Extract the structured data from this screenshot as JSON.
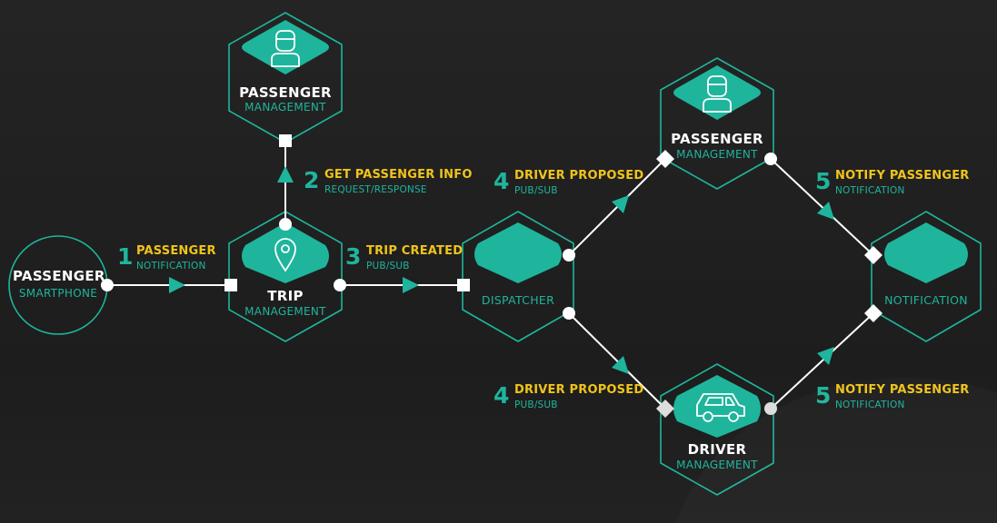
{
  "nodes": {
    "smartphone": {
      "title": "PASSENGER",
      "subtitle": "SMARTPHONE"
    },
    "passenger_mgmt_top": {
      "title": "PASSENGER",
      "subtitle": "MANAGEMENT"
    },
    "trip_mgmt": {
      "title": "TRIP",
      "subtitle": "MANAGEMENT"
    },
    "dispatcher": {
      "title": "DISPATCHER"
    },
    "passenger_mgmt_right": {
      "title": "PASSENGER",
      "subtitle": "MANAGEMENT"
    },
    "driver_mgmt": {
      "title": "DRIVER",
      "subtitle": "MANAGEMENT"
    },
    "notification": {
      "title": "NOTIFICATION"
    }
  },
  "steps": {
    "s1": {
      "number": "1",
      "title": "PASSENGER",
      "subtitle": "NOTIFICATION"
    },
    "s2": {
      "number": "2",
      "title": "GET PASSENGER INFO",
      "subtitle": "REQUEST/RESPONSE"
    },
    "s3": {
      "number": "3",
      "title": "TRIP CREATED",
      "subtitle": "PUB/SUB"
    },
    "s4a": {
      "number": "4",
      "title": "DRIVER PROPOSED",
      "subtitle": "PUB/SUB"
    },
    "s4b": {
      "number": "4",
      "title": "DRIVER PROPOSED",
      "subtitle": "PUB/SUB"
    },
    "s5a": {
      "number": "5",
      "title": "NOTIFY PASSENGER",
      "subtitle": "NOTIFICATION"
    },
    "s5b": {
      "number": "5",
      "title": "NOTIFY PASSENGER",
      "subtitle": "NOTIFICATION"
    }
  },
  "colors": {
    "teal": "#1eb59c",
    "yellow": "#f0c419",
    "text": "#ffffff",
    "background": "#1f1f1f"
  },
  "icons": {
    "passenger": "person-icon",
    "trip": "location-pin-icon",
    "driver": "car-icon"
  }
}
